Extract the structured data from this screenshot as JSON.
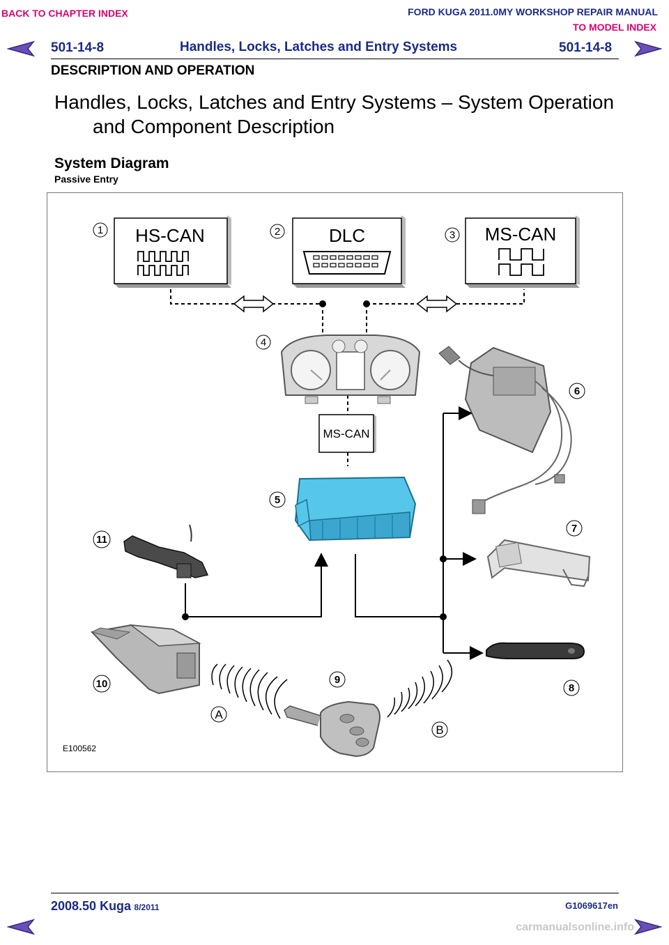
{
  "nav": {
    "back_to_chapter": "BACK TO CHAPTER INDEX",
    "to_model_index": "TO MODEL INDEX"
  },
  "manual_title": "FORD KUGA 2011.0MY WORKSHOP REPAIR MANUAL",
  "header": {
    "code_left": "501-14-8",
    "title": "Handles, Locks, Latches and Entry Systems",
    "code_right": "501-14-8",
    "section": "DESCRIPTION AND OPERATION"
  },
  "doc_title_line1": "Handles, Locks, Latches and Entry Systems – System Operation",
  "doc_title_line2": "and Component Description",
  "subheading": "System Diagram",
  "subheading2": "Passive Entry",
  "diagram": {
    "modules": {
      "hs_can": "HS-CAN",
      "dlc": "DLC",
      "ms_can": "MS-CAN",
      "ms_can_mid": "MS-CAN"
    },
    "callouts": [
      "1",
      "2",
      "3",
      "4",
      "5",
      "6",
      "7",
      "8",
      "9",
      "10",
      "11"
    ],
    "signal_labels": [
      "A",
      "B"
    ],
    "figure_id": "E100562"
  },
  "footer": {
    "model": "2008.50 Kuga",
    "date": "8/2011",
    "code": "G1069617en"
  },
  "watermark": "carmanualsonline.info",
  "colors": {
    "nav_pink": "#e0006c",
    "header_blue": "#1a2a8a",
    "arrow_purple": "#5a3fa8",
    "module_blue": "#56c6ea"
  }
}
